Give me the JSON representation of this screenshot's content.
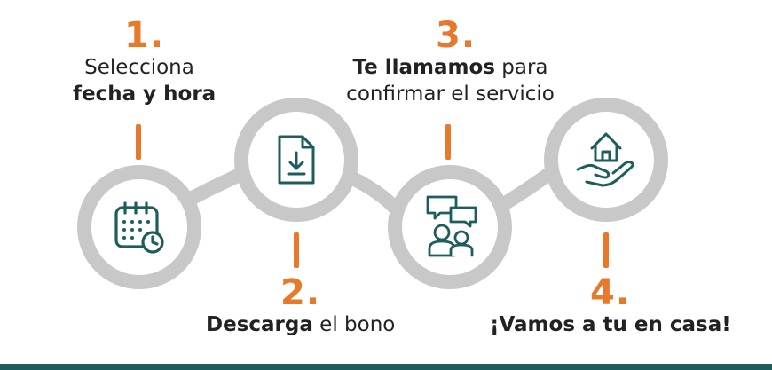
{
  "steps": [
    {
      "number": "1.",
      "line1": "Selecciona",
      "line2_bold": "fecha y hora",
      "icon": "calendar-clock-icon"
    },
    {
      "number": "2.",
      "text_bold": "Descarga",
      "text_rest": " el bono",
      "icon": "download-document-icon"
    },
    {
      "number": "3.",
      "text_bold": "Te llamamos",
      "text_rest": " para",
      "line2": "confirmar el servicio",
      "icon": "people-chat-icon"
    },
    {
      "number": "4.",
      "text_bold": "¡Vamos a tu en casa!",
      "icon": "house-hand-icon"
    }
  ],
  "colors": {
    "accent": "#e8782a",
    "ring": "#c8c8c8",
    "icon": "#1d5d5c",
    "footer": "#1d5d5c"
  }
}
